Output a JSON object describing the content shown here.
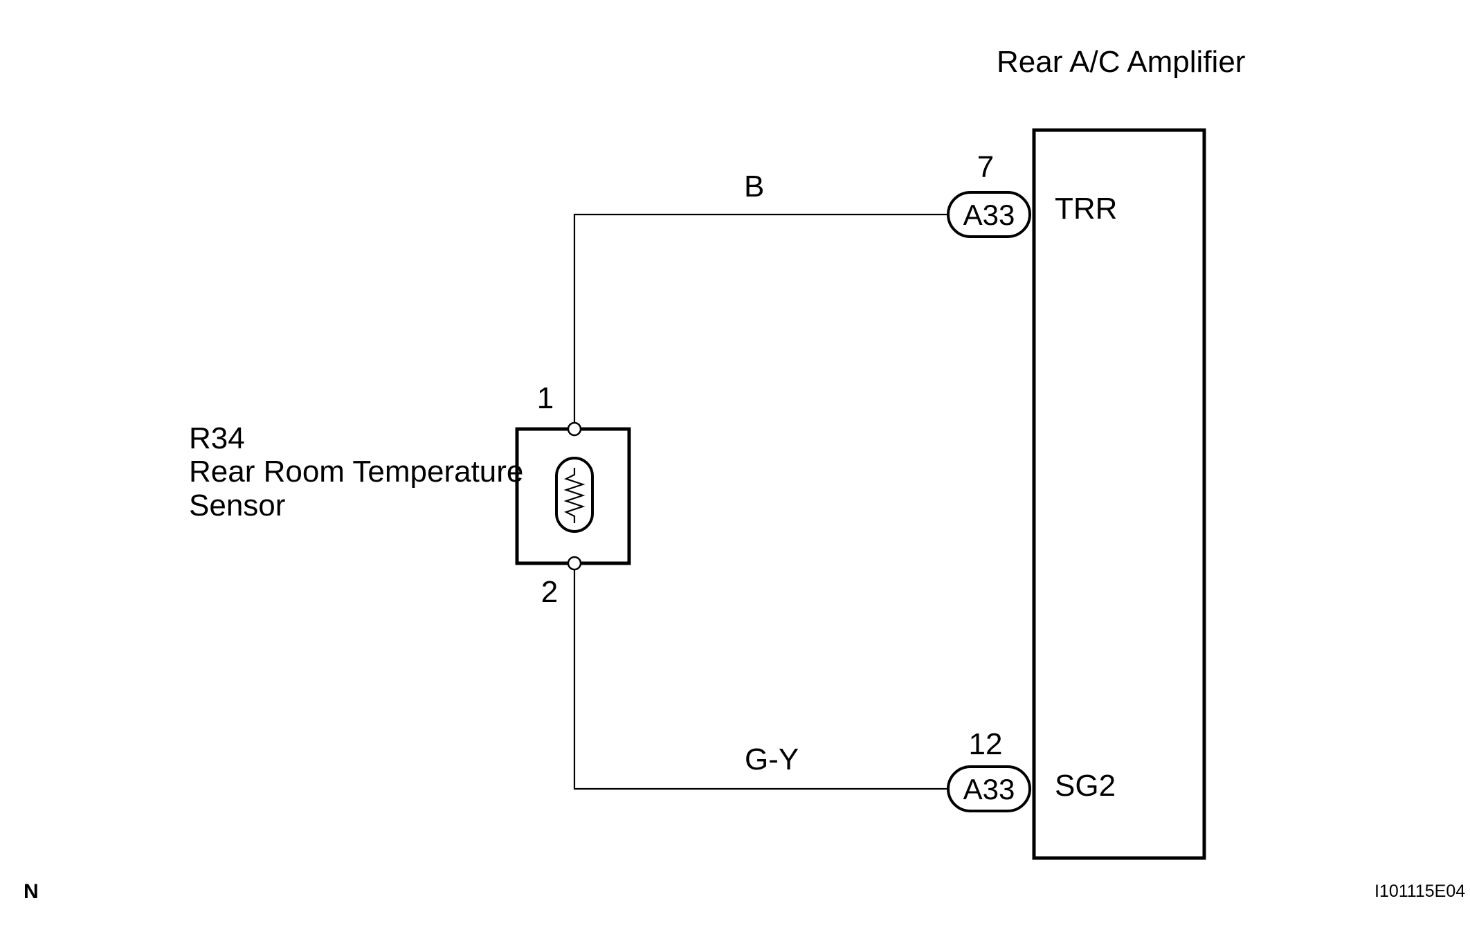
{
  "amplifier": {
    "title": "Rear A/C Amplifier",
    "terminals": [
      {
        "name": "TRR",
        "pin": "7",
        "connector": "A33",
        "wire_color": "B"
      },
      {
        "name": "SG2",
        "pin": "12",
        "connector": "A33",
        "wire_color": "G-Y"
      }
    ]
  },
  "sensor": {
    "code": "R34",
    "name_line1": "Rear Room Temperature",
    "name_line2": "Sensor",
    "pin_top": "1",
    "pin_bottom": "2"
  },
  "footer": {
    "left_mark": "N",
    "figure_id": "I101115E04"
  }
}
